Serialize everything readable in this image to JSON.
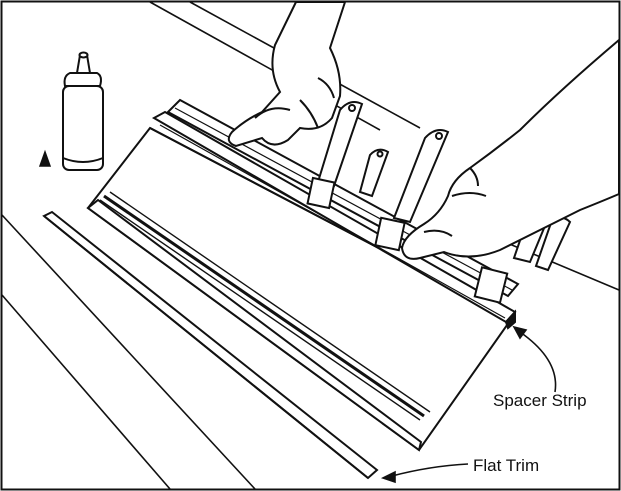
{
  "figure": {
    "callouts": [
      {
        "id": "spacer",
        "text": "Spacer Strip"
      },
      {
        "id": "trim",
        "text": "Flat Trim"
      }
    ],
    "colors": {
      "ink": "#111111",
      "paper": "#ffffff",
      "wood_shade": "#d9d9d9"
    },
    "objects": [
      "glue-bottle",
      "bottle-cap",
      "panel-board",
      "spacer-strip",
      "flat-trim",
      "bar-clamps",
      "hands"
    ]
  }
}
